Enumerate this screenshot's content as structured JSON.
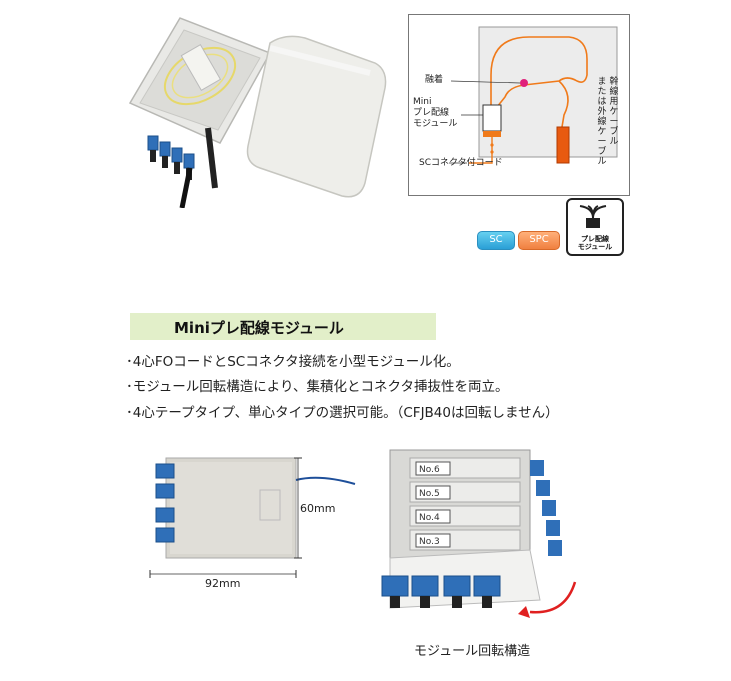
{
  "diagram": {
    "label_fusion": "融着",
    "label_mini_1": "Mini",
    "label_mini_2": "プレ配線",
    "label_mini_3": "モジュール",
    "label_sc_cord": "SCコネクタ付コード",
    "label_trunk_col1": "幹線用ケーブル",
    "label_trunk_col2": "または外線ケーブル"
  },
  "badges": {
    "sc": "SC",
    "spc": "SPC",
    "module_line1": "プレ配線",
    "module_line2": "モジュール"
  },
  "section": {
    "title": "Miniプレ配線モジュール",
    "bullets": [
      "･4心FOコードとSCコネクタ接続を小型モジュール化。",
      "･モジュール回転構造により、集積化とコネクタ挿抜性を両立。",
      "･4心テープタイプ、単心タイプの選択可能。（CFJB40は回転しません）"
    ]
  },
  "dimensions": {
    "height": "60mm",
    "width": "92mm"
  },
  "rotation_photo": {
    "labels": [
      "No.6",
      "No.5",
      "No.4",
      "No.3"
    ],
    "caption": "モジュール回転構造"
  },
  "colors": {
    "orange": "#f07a1a",
    "magenta": "#e0207a",
    "heading_bg": "#e2efc9",
    "connector_blue": "#2f6fb8"
  }
}
